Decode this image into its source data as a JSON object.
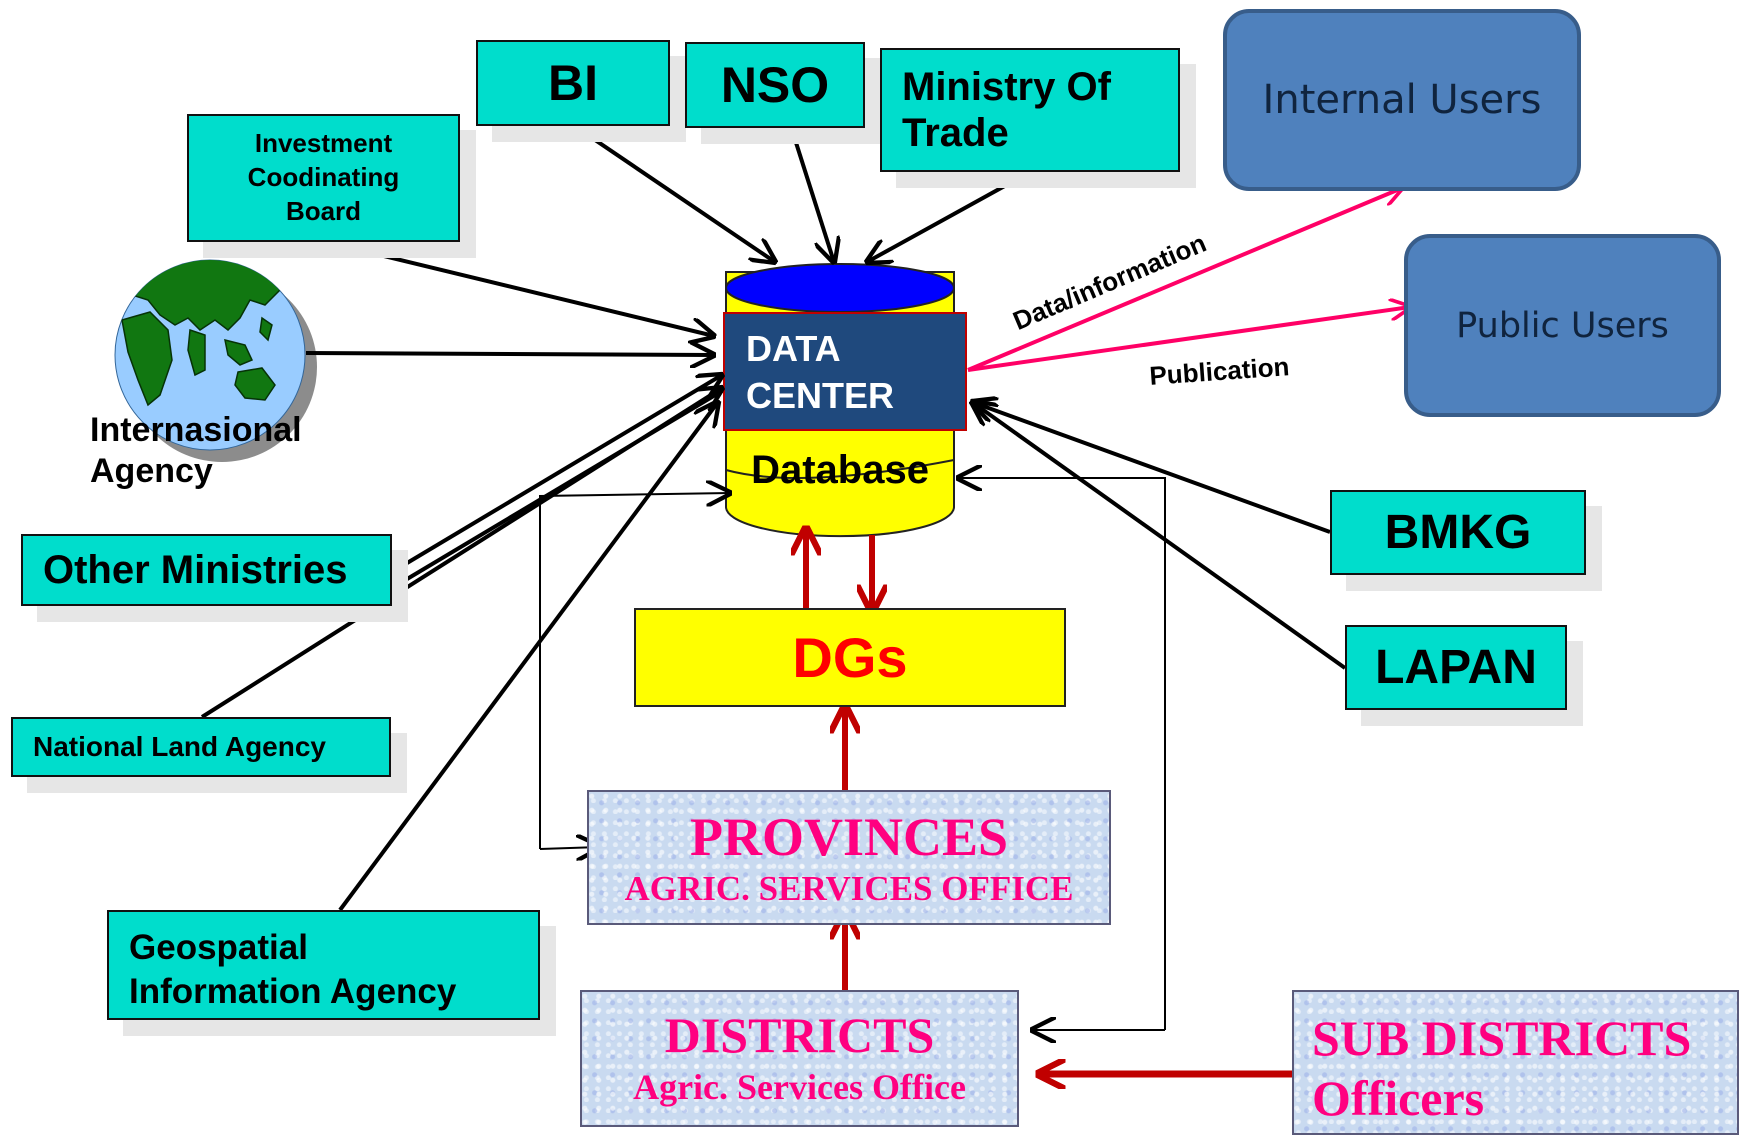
{
  "sources": {
    "bi": "BI",
    "nso": "NSO",
    "ministry_of_trade": "Ministry Of Trade",
    "investment_board": "Investment Coodinating Board",
    "international_agency": "Internasional Agency",
    "other_ministries": "Other Ministries",
    "national_land_agency": "National Land Agency",
    "geospatial_agency_line1": "Geospatial",
    "geospatial_agency_line2": "Information Agency",
    "bmkg": "BMKG",
    "lapan": "LAPAN"
  },
  "center": {
    "data_center_line1": "DATA",
    "data_center_line2": "CENTER",
    "database": "Database",
    "dgs": "DGs"
  },
  "outputs": {
    "internal_users": "Internal Users",
    "public_users": "Public Users",
    "data_information_label": "Data/information",
    "publication_label": "Publication"
  },
  "hierarchy": {
    "provinces_title": "PROVINCES",
    "provinces_sub": "AGRIC. SERVICES OFFICE",
    "districts_title": "DISTRICTS",
    "districts_sub": "Agric. Services Office",
    "subdistricts_title": "SUB DISTRICTS",
    "subdistricts_sub": "Officers"
  },
  "colors": {
    "source_box": "#00DDCC",
    "user_box": "#4F81BD",
    "data_center": "#1F497D",
    "database": "#FFFF00",
    "db_top": "#0000FF",
    "feed_arrow": "#C00000",
    "output_arrow": "#FF0066",
    "hierarchy_text": "#FF0080"
  }
}
